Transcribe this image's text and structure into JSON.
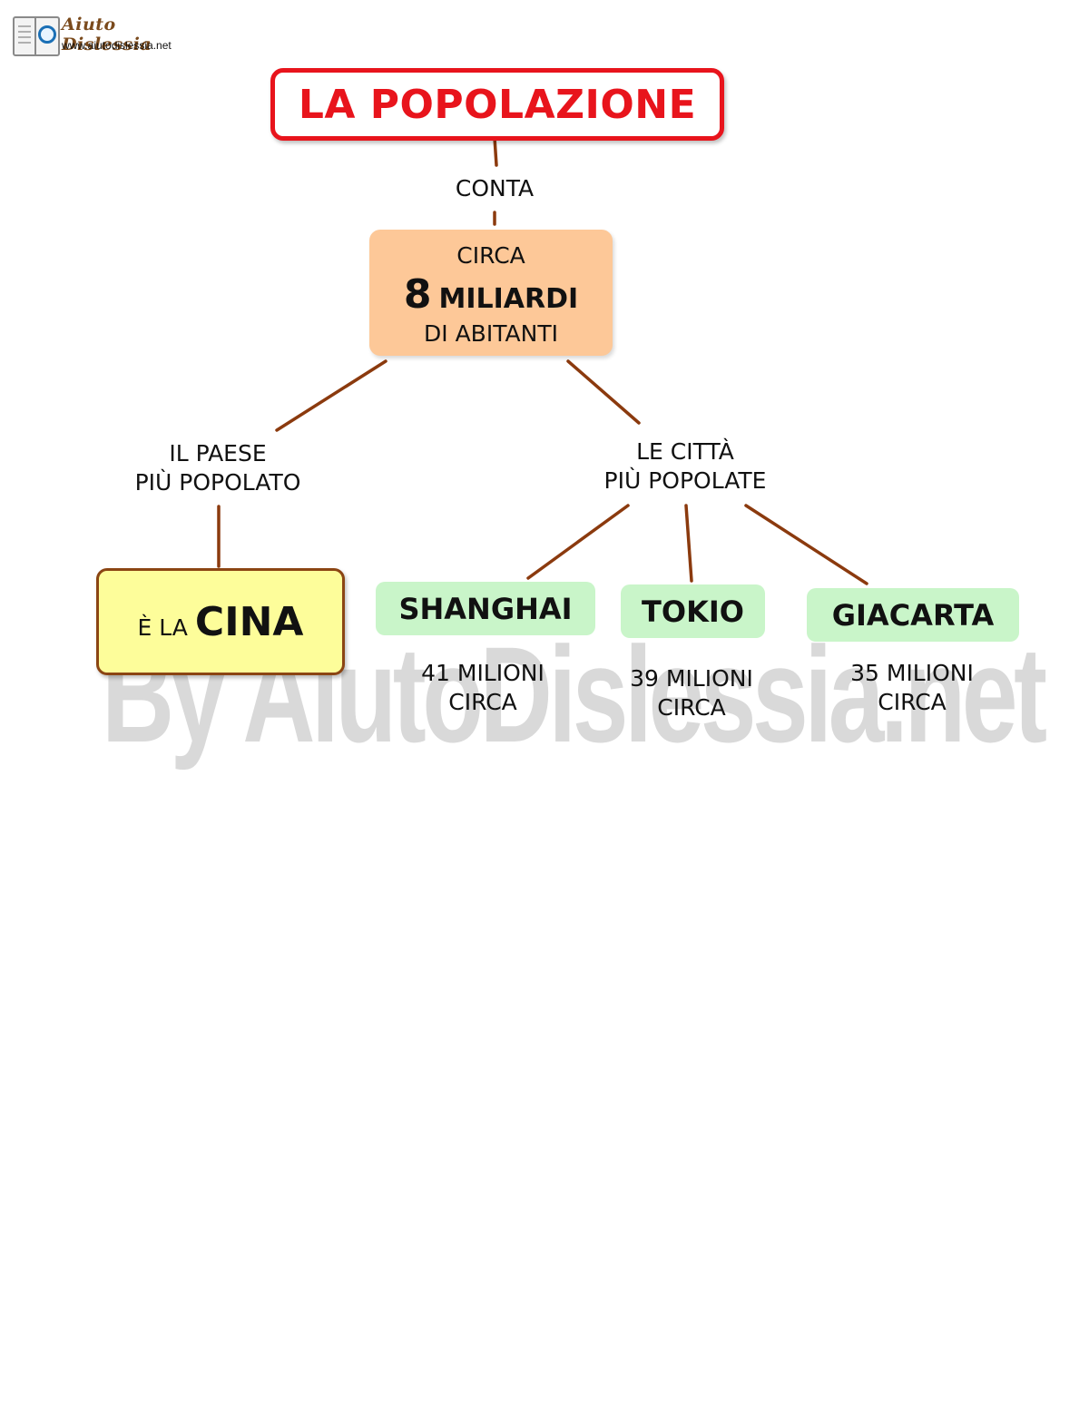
{
  "logo": {
    "brand": "Aiuto Dislessia",
    "url": "www.aiutodislessia.net"
  },
  "watermark": "By AiutoDislessia.net",
  "map": {
    "title": "LA POPOLAZIONE",
    "link_conta": "CONTA",
    "main": {
      "line1": "CIRCA",
      "number": "8",
      "unit": "MILIARDI",
      "line3": "DI ABITANTI"
    },
    "left_branch": {
      "label_line1": "IL PAESE",
      "label_line2": "PIÙ POPOLATO",
      "answer_prefix": "È LA",
      "answer": "CINA"
    },
    "right_branch": {
      "label_line1": "LE CITTÀ",
      "label_line2": "PIÙ POPOLATE",
      "cities": [
        {
          "name": "SHANGHAI",
          "pop_line1": "41 MILIONI",
          "pop_line2": "CIRCA"
        },
        {
          "name": "TOKIO",
          "pop_line1": "39 MILIONI",
          "pop_line2": "CIRCA"
        },
        {
          "name": "GIACARTA",
          "pop_line1": "35 MILIONI",
          "pop_line2": "CIRCA"
        }
      ]
    }
  },
  "colors": {
    "title_red": "#e8141c",
    "connector_brown": "#8b3a0e",
    "main_box_orange": "#fdc898",
    "cina_box_yellow": "#fdfd9a",
    "city_box_green": "#c9f5c9",
    "watermark_gray": "#d9d9d9"
  }
}
